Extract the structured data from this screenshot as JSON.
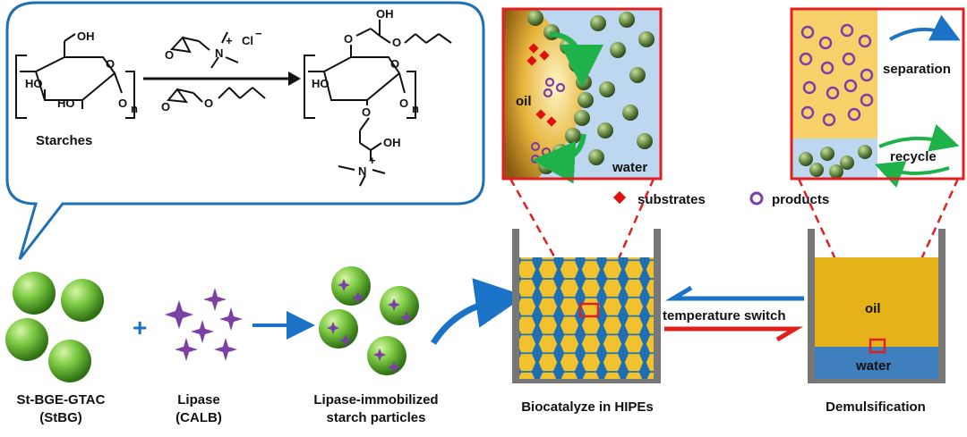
{
  "colors": {
    "bubble_border": "#1f6fb3",
    "arrow_blue": "#1a73c7",
    "arrow_red": "#e0201a",
    "arrow_green": "#20b24a",
    "oil": "#f2c12e",
    "water": "#4f8fc8",
    "water_light": "#bcd7ef",
    "starch_green": "#6fbf3a",
    "lipase_purple": "#7b3fa6",
    "substrate_red": "#e01010",
    "product_purple": "#7b3fa6",
    "frame_red": "#e02020",
    "hex_cell": "#f2c12e",
    "hex_gap": "#1f6fb3"
  },
  "reaction": {
    "reactant_label": "Starches",
    "oh": "OH",
    "ho": "HO",
    "o": "O",
    "n": "n",
    "n_plus": "N",
    "plus": "+",
    "chloride": "Cl",
    "minus": "−"
  },
  "inset_left": {
    "oil_label": "oil",
    "water_label": "water"
  },
  "inset_right": {
    "separation_label": "separation",
    "recycle_label": "recycle"
  },
  "legend": {
    "substrates": "substrates",
    "products": "products"
  },
  "middle": {
    "switch_label": "temperature switch",
    "oil_label": "oil",
    "water_label": "water"
  },
  "captions": {
    "stbg_line1": "St-BGE-GTAC",
    "stbg_line2": "(StBG)",
    "plus_sign": "+",
    "lipase_line1": "Lipase",
    "lipase_line2": "(CALB)",
    "immob_line1": "Lipase-immobilized",
    "immob_line2": "starch particles",
    "biocat": "Biocatalyze in HIPEs",
    "demuls": "Demulsification"
  }
}
